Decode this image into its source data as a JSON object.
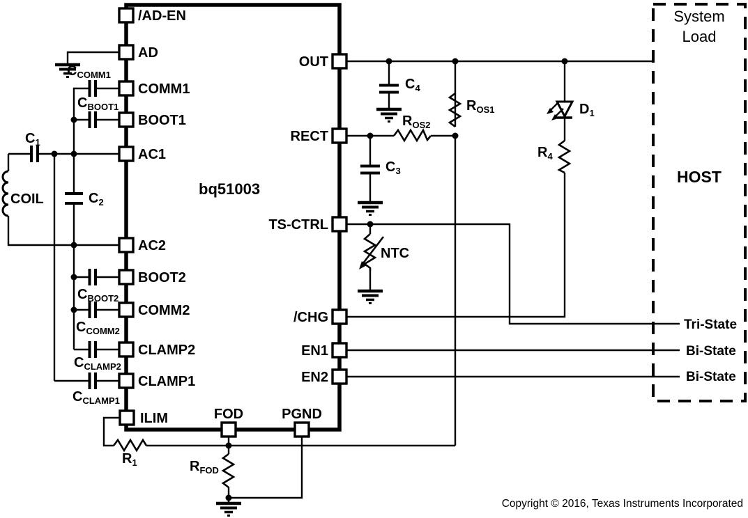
{
  "ic": {
    "part_number": "bq51003"
  },
  "pins": {
    "ad_en": "/AD-EN",
    "ad": "AD",
    "comm1": "COMM1",
    "boot1": "BOOT1",
    "ac1": "AC1",
    "ac2": "AC2",
    "boot2": "BOOT2",
    "comm2": "COMM2",
    "clamp2": "CLAMP2",
    "clamp1": "CLAMP1",
    "ilim": "ILIM",
    "fod": "FOD",
    "pgnd": "PGND",
    "out": "OUT",
    "rect": "RECT",
    "ts_ctrl": "TS-CTRL",
    "chg": "/CHG",
    "en1": "EN1",
    "en2": "EN2"
  },
  "components": {
    "c_comm1": {
      "ref": "C",
      "sub": "COMM1"
    },
    "c_boot1": {
      "ref": "C",
      "sub": "BOOT1"
    },
    "c1": {
      "ref": "C",
      "sub": "1"
    },
    "c2": {
      "ref": "C",
      "sub": "2"
    },
    "coil": {
      "ref": "COIL"
    },
    "c_boot2": {
      "ref": "C",
      "sub": "BOOT2"
    },
    "c_comm2": {
      "ref": "C",
      "sub": "COMM2"
    },
    "c_clamp2": {
      "ref": "C",
      "sub": "CLAMP2"
    },
    "c_clamp1": {
      "ref": "C",
      "sub": "CLAMP1"
    },
    "r1": {
      "ref": "R",
      "sub": "1"
    },
    "r_fod": {
      "ref": "R",
      "sub": "FOD"
    },
    "c4": {
      "ref": "C",
      "sub": "4"
    },
    "c3": {
      "ref": "C",
      "sub": "3"
    },
    "r_os1": {
      "ref": "R",
      "sub": "OS1"
    },
    "r_os2": {
      "ref": "R",
      "sub": "OS2"
    },
    "ntc": {
      "ref": "NTC"
    },
    "d1": {
      "ref": "D",
      "sub": "1"
    },
    "r4": {
      "ref": "R",
      "sub": "4"
    }
  },
  "host_block": {
    "title_line1": "System",
    "title_line2": "Load",
    "label": "HOST",
    "signals": {
      "ts_ctrl": "Tri-State",
      "en1": "Bi-State",
      "en2": "Bi-State"
    }
  },
  "footer": {
    "copyright": "Copyright © 2016, Texas Instruments Incorporated"
  }
}
